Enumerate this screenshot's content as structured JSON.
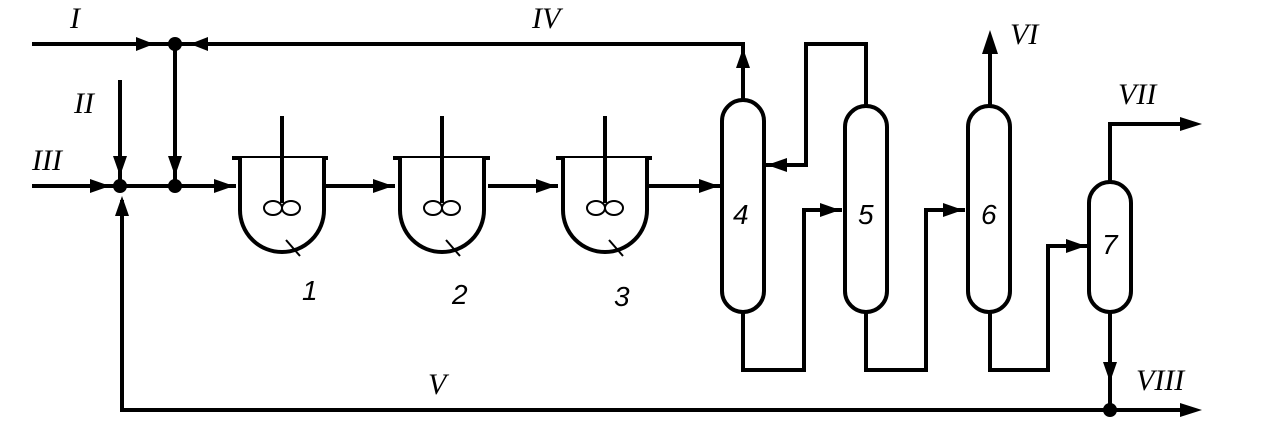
{
  "streams": {
    "s1": "I",
    "s2": "II",
    "s3": "III",
    "s4": "IV",
    "s5": "V",
    "s6": "VI",
    "s7": "VII",
    "s8": "VIII"
  },
  "units": {
    "u1": "1",
    "u2": "2",
    "u3": "3",
    "u4": "4",
    "u5": "5",
    "u6": "6",
    "u7": "7"
  }
}
